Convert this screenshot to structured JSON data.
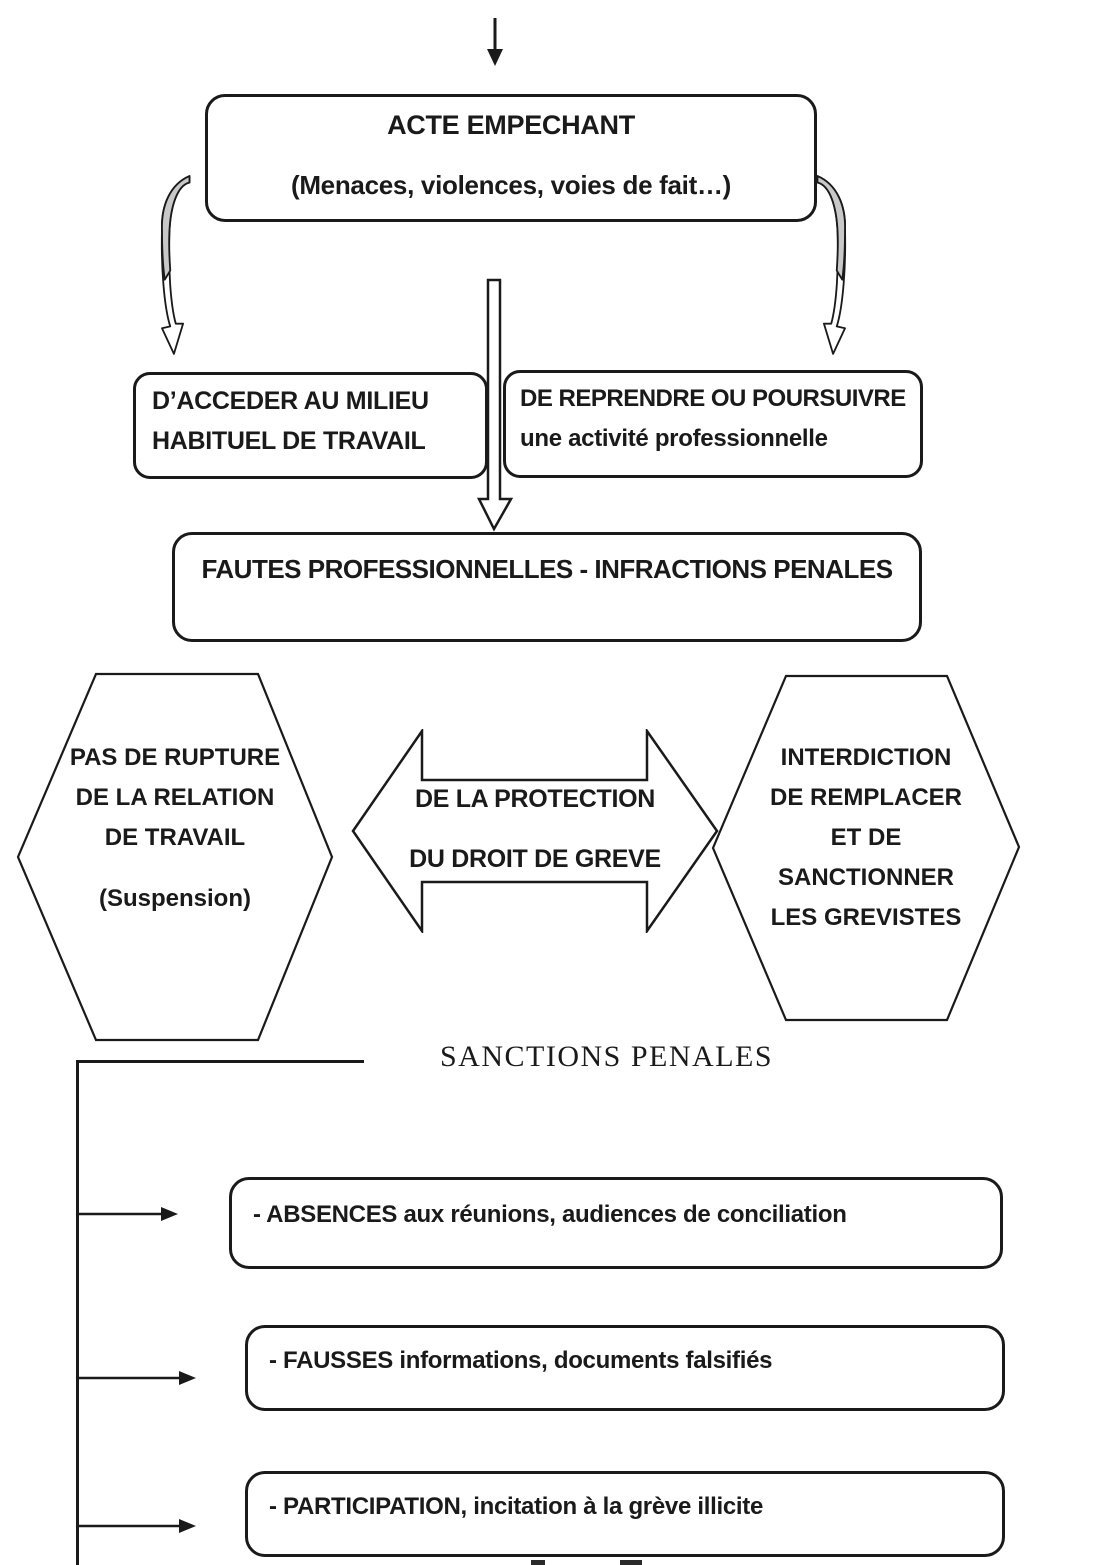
{
  "colors": {
    "stroke": "#1a1a1a",
    "arrow_shade": "#c8c8c8",
    "background": "#ffffff"
  },
  "flow": {
    "top_box": {
      "title": "ACTE EMPECHANT",
      "subtitle": "(Menaces, violences, voies de fait…)"
    },
    "left_box": {
      "line1": "D’ACCEDER AU MILIEU",
      "line2": "HABITUEL DE TRAVAIL"
    },
    "right_box": {
      "line1": "DE REPRENDRE OU POURSUIVRE",
      "line2": "une activité professionnelle"
    },
    "fautes_box": {
      "label": "FAUTES PROFESSIONNELLES - INFRACTIONS PENALES"
    },
    "left_hexagon": {
      "line1": "PAS DE RUPTURE",
      "line2": "DE LA RELATION",
      "line3": "DE TRAVAIL",
      "note": "(Suspension)"
    },
    "double_arrow": {
      "line1": "DE LA PROTECTION",
      "line2": "DU DROIT DE GREVE"
    },
    "right_hexagon": {
      "line1": "INTERDICTION",
      "line2": "DE REMPLACER",
      "line3": "ET DE",
      "line4": "SANCTIONNER",
      "line5": "LES GREVISTES"
    },
    "sanctions": {
      "title": "SANCTIONS PENALES",
      "items": [
        "- ABSENCES aux réunions, audiences de conciliation",
        "- FAUSSES informations, documents falsifiés",
        "- PARTICIPATION, incitation à la grève illicite"
      ]
    }
  }
}
